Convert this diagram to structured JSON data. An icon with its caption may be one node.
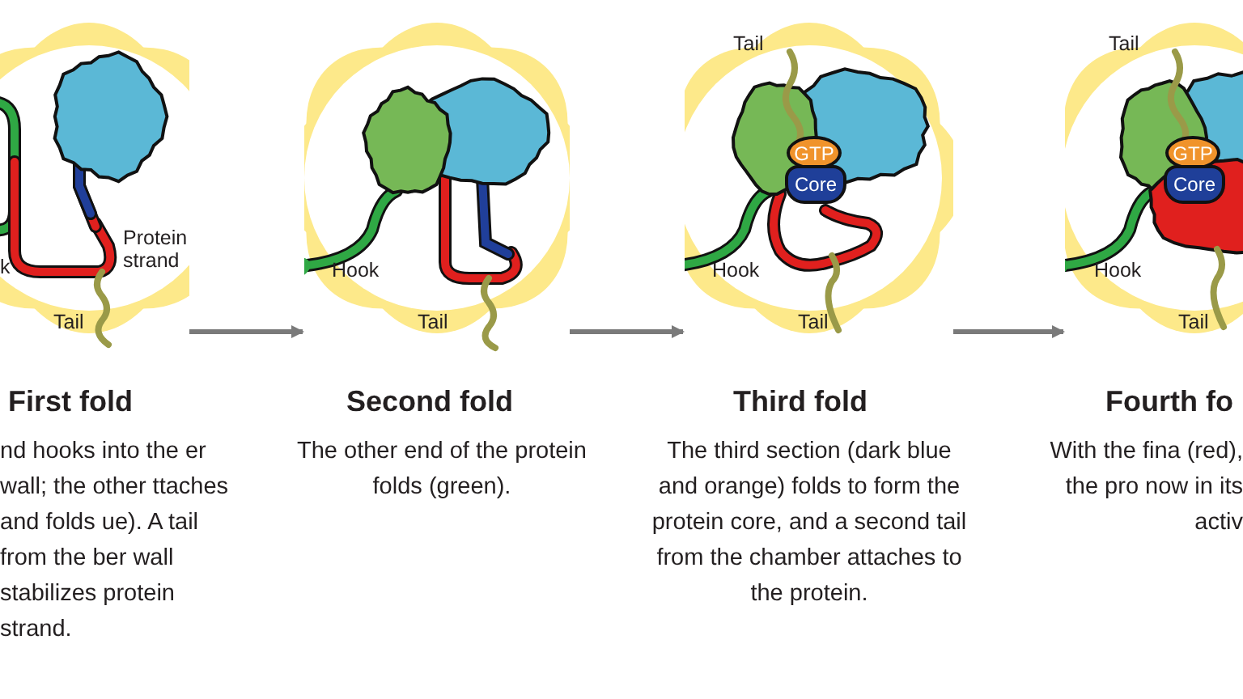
{
  "diagram": {
    "nodes": [
      {
        "text": [],
        "shape": "picture",
        "beside": [
          "First fold",
          "nd hooks into the er wall; the other ttaches and folds ue). A tail from the ber wall stabilizes protein strand."
        ]
      },
      {
        "text": [],
        "shape": "picture",
        "beside": [
          "Second fold",
          "The other end of the protein folds (green)."
        ]
      },
      {
        "text": [],
        "shape": "picture",
        "beside": [
          "Third fold",
          "The third section (dark blue and orange) folds to form the protein core, and a second tail from the chamber attaches to the protein."
        ]
      },
      {
        "text": [
          "GTP"
        ],
        "in": 2
      },
      {
        "text": [
          "Core"
        ],
        "in": 2
      },
      {
        "text": [],
        "shape": "picture",
        "beside": [
          "Fourth fo",
          "With the fina (red), the pro now in its activ"
        ]
      },
      {
        "text": [
          "GTP"
        ],
        "in": 5
      },
      {
        "text": [
          "Core"
        ],
        "in": 5
      }
    ],
    "edges": [
      {
        "from": 0,
        "to": 1,
        "arrow": "to"
      },
      {
        "from": 1,
        "to": 2,
        "arrow": "to"
      },
      {
        "from": 2,
        "to": 5,
        "arrow": "to"
      }
    ],
    "labels": [
      "k",
      "Protein strand",
      "Tail",
      "Hook",
      "Tail",
      "Tail",
      "Hook",
      "Tail",
      "Tail",
      "Hook",
      "Tail"
    ]
  }
}
